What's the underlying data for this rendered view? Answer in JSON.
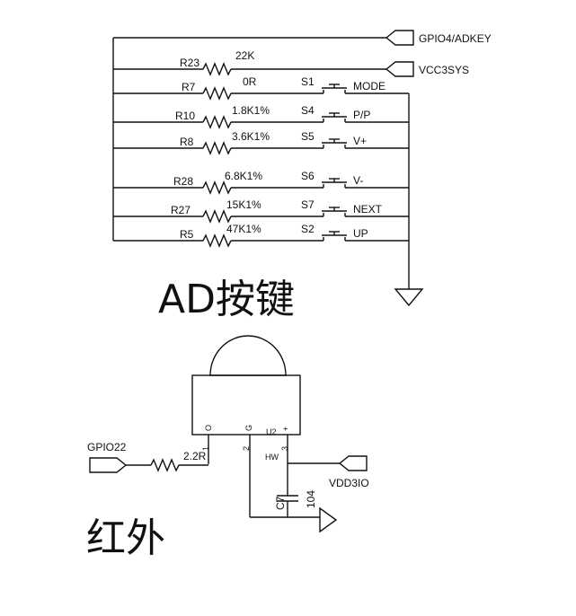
{
  "ad_keys": {
    "title": "AD按键",
    "net_adkey": "GPIO4/ADKEY",
    "net_vcc": "VCC3SYS",
    "pullup": {
      "ref": "R23",
      "value": "22K"
    },
    "rows": [
      {
        "ref": "R7",
        "value": "0R",
        "switch": "S1",
        "func": "MODE"
      },
      {
        "ref": "R10",
        "value": "1.8K1%",
        "switch": "S4",
        "func": "P/P"
      },
      {
        "ref": "R8",
        "value": "3.6K1%",
        "switch": "S5",
        "func": "V+"
      },
      {
        "ref": "R28",
        "value": "6.8K1%",
        "switch": "S6",
        "func": "V-"
      },
      {
        "ref": "R27",
        "value": "15K1%",
        "switch": "S7",
        "func": "NEXT"
      },
      {
        "ref": "R5",
        "value": "47K1%",
        "switch": "S2",
        "func": "UP"
      }
    ]
  },
  "ir": {
    "title": "红外",
    "net_gpio": "GPIO22",
    "resistor_value": "2.2R",
    "module_ref": "U2",
    "pin_labels": [
      "O",
      "G",
      "+"
    ],
    "pin_numbers": [
      "1",
      "2",
      "3"
    ],
    "hw_label": "HW",
    "net_vdd": "VDD3IO",
    "cap_ref": "C7",
    "cap_value": "104"
  }
}
